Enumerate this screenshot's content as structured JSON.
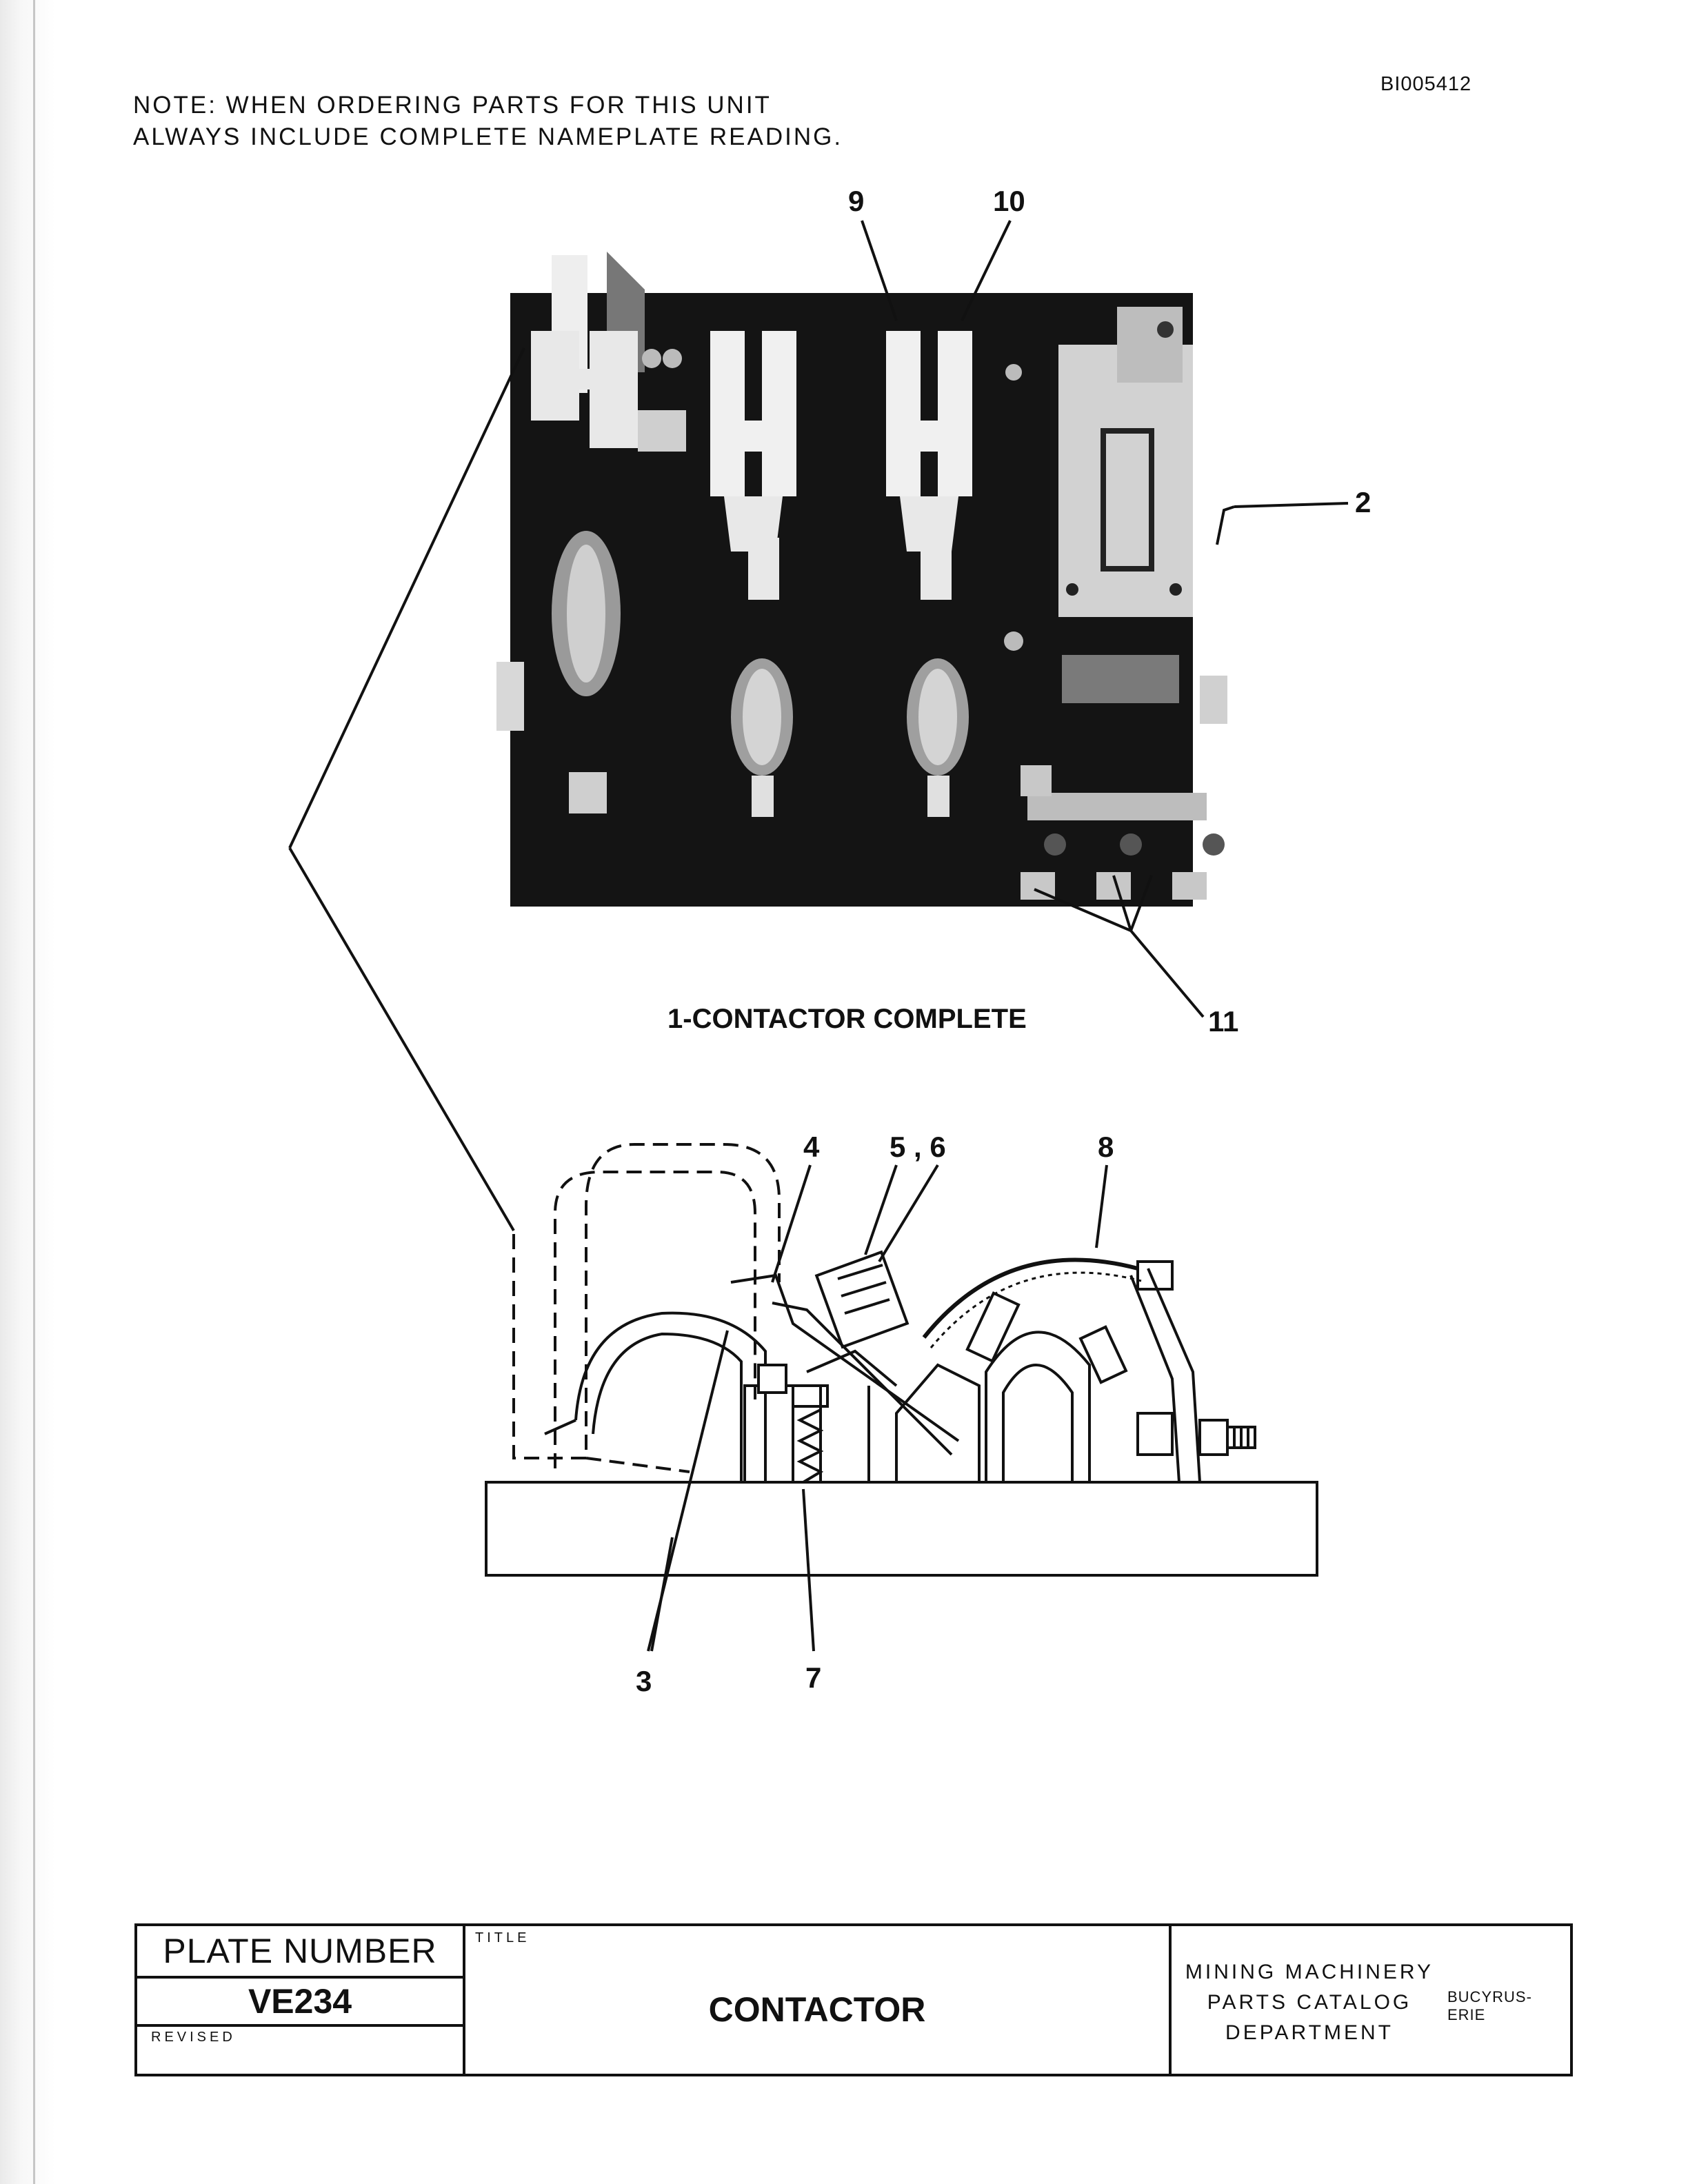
{
  "document": {
    "id": "BI005412",
    "note_line_1": "NOTE:  WHEN ORDERING PARTS FOR THIS UNIT",
    "note_line_2": "ALWAYS INCLUDE COMPLETE NAMEPLATE READING."
  },
  "figure": {
    "photo_caption": "1-CONTACTOR COMPLETE",
    "callouts": {
      "c9": "9",
      "c10": "10",
      "c2": "2",
      "c11": "11",
      "c4": "4",
      "c56": "5 , 6",
      "c8": "8",
      "c3": "3",
      "c7": "7"
    }
  },
  "title_block": {
    "plate_label": "PLATE NUMBER",
    "plate_number": "VE234",
    "revised_label": "REVISED",
    "title_label": "TITLE",
    "title": "CONTACTOR",
    "department": [
      "MINING MACHINERY",
      "PARTS CATALOG",
      "DEPARTMENT"
    ],
    "brand": "BUCYRUS-ERIE"
  }
}
